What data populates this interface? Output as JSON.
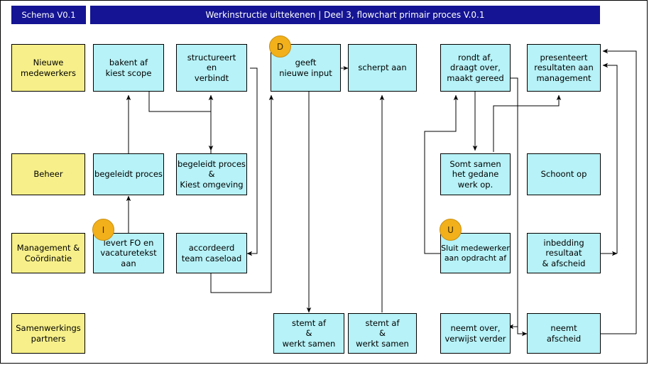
{
  "header": {
    "schema_label": "Schema V0.1",
    "title": "Werkinstructie uittekenen  |  Deel 3, flowchart primair proces V.0.1"
  },
  "colors": {
    "header_blue": "#141494",
    "lane_yellow": "#f7f08a",
    "process_cyan": "#b6f2f7",
    "badge_orange": "#f2b01a",
    "line_black": "#000000"
  },
  "lanes": [
    {
      "id": "lane-nieuwe-medewerkers",
      "label": "Nieuwe\nmedewerkers",
      "line1": "Nieuwe",
      "line2": "medewerkers"
    },
    {
      "id": "lane-beheer",
      "label": "Beheer",
      "line1": "Beheer",
      "line2": ""
    },
    {
      "id": "lane-management",
      "label": "Management &\nCoördinatie",
      "line1": "Management &",
      "line2": "Coördinatie"
    },
    {
      "id": "lane-samenwerkings-partners",
      "label": "Samenwerkings\npartners",
      "line1": "Samenwerkings",
      "line2": "partners"
    }
  ],
  "badges": [
    {
      "id": "badge-d",
      "label": "D"
    },
    {
      "id": "badge-i",
      "label": "I"
    },
    {
      "id": "badge-u",
      "label": "U"
    }
  ],
  "nodes": [
    {
      "id": "n-bakent-af",
      "lines": [
        "bakent af",
        "kiest scope"
      ]
    },
    {
      "id": "n-structureert",
      "lines": [
        "structureert",
        "en",
        "verbindt"
      ]
    },
    {
      "id": "n-geeft-input",
      "lines": [
        "geeft",
        "nieuwe input"
      ]
    },
    {
      "id": "n-scherpt-aan",
      "lines": [
        "scherpt aan"
      ]
    },
    {
      "id": "n-rondt-af",
      "lines": [
        "rondt af,",
        "draagt over,",
        "maakt gereed"
      ]
    },
    {
      "id": "n-presenteert",
      "lines": [
        "presenteert",
        "resultaten aan",
        "management"
      ]
    },
    {
      "id": "n-begeleidt-proces",
      "lines": [
        "begeleidt proces"
      ]
    },
    {
      "id": "n-begeleidt-kiest",
      "lines": [
        "begeleidt proces",
        "&",
        "Kiest omgeving"
      ]
    },
    {
      "id": "n-somt-samen",
      "lines": [
        "Somt samen",
        "het gedane",
        "werk op."
      ]
    },
    {
      "id": "n-schoont-op",
      "lines": [
        "Schoont op"
      ]
    },
    {
      "id": "n-levert-fo",
      "lines": [
        "levert FO en",
        "vacaturetekst",
        "aan"
      ]
    },
    {
      "id": "n-accordeerd",
      "lines": [
        "accordeerd",
        "team caseload"
      ]
    },
    {
      "id": "n-sluit-medewerker",
      "lines": [
        "Sluit medewerker",
        "aan opdracht af"
      ]
    },
    {
      "id": "n-inbedding",
      "lines": [
        "inbedding",
        "resultaat",
        "& afscheid"
      ]
    },
    {
      "id": "n-stemt-af-1",
      "lines": [
        "stemt af",
        "&",
        "werkt samen"
      ]
    },
    {
      "id": "n-stemt-af-2",
      "lines": [
        "stemt af",
        "&",
        "werkt samen"
      ]
    },
    {
      "id": "n-neemt-over",
      "lines": [
        "neemt over,",
        "verwijst verder"
      ]
    },
    {
      "id": "n-neemt-afscheid",
      "lines": [
        "neemt",
        "afscheid"
      ]
    }
  ]
}
